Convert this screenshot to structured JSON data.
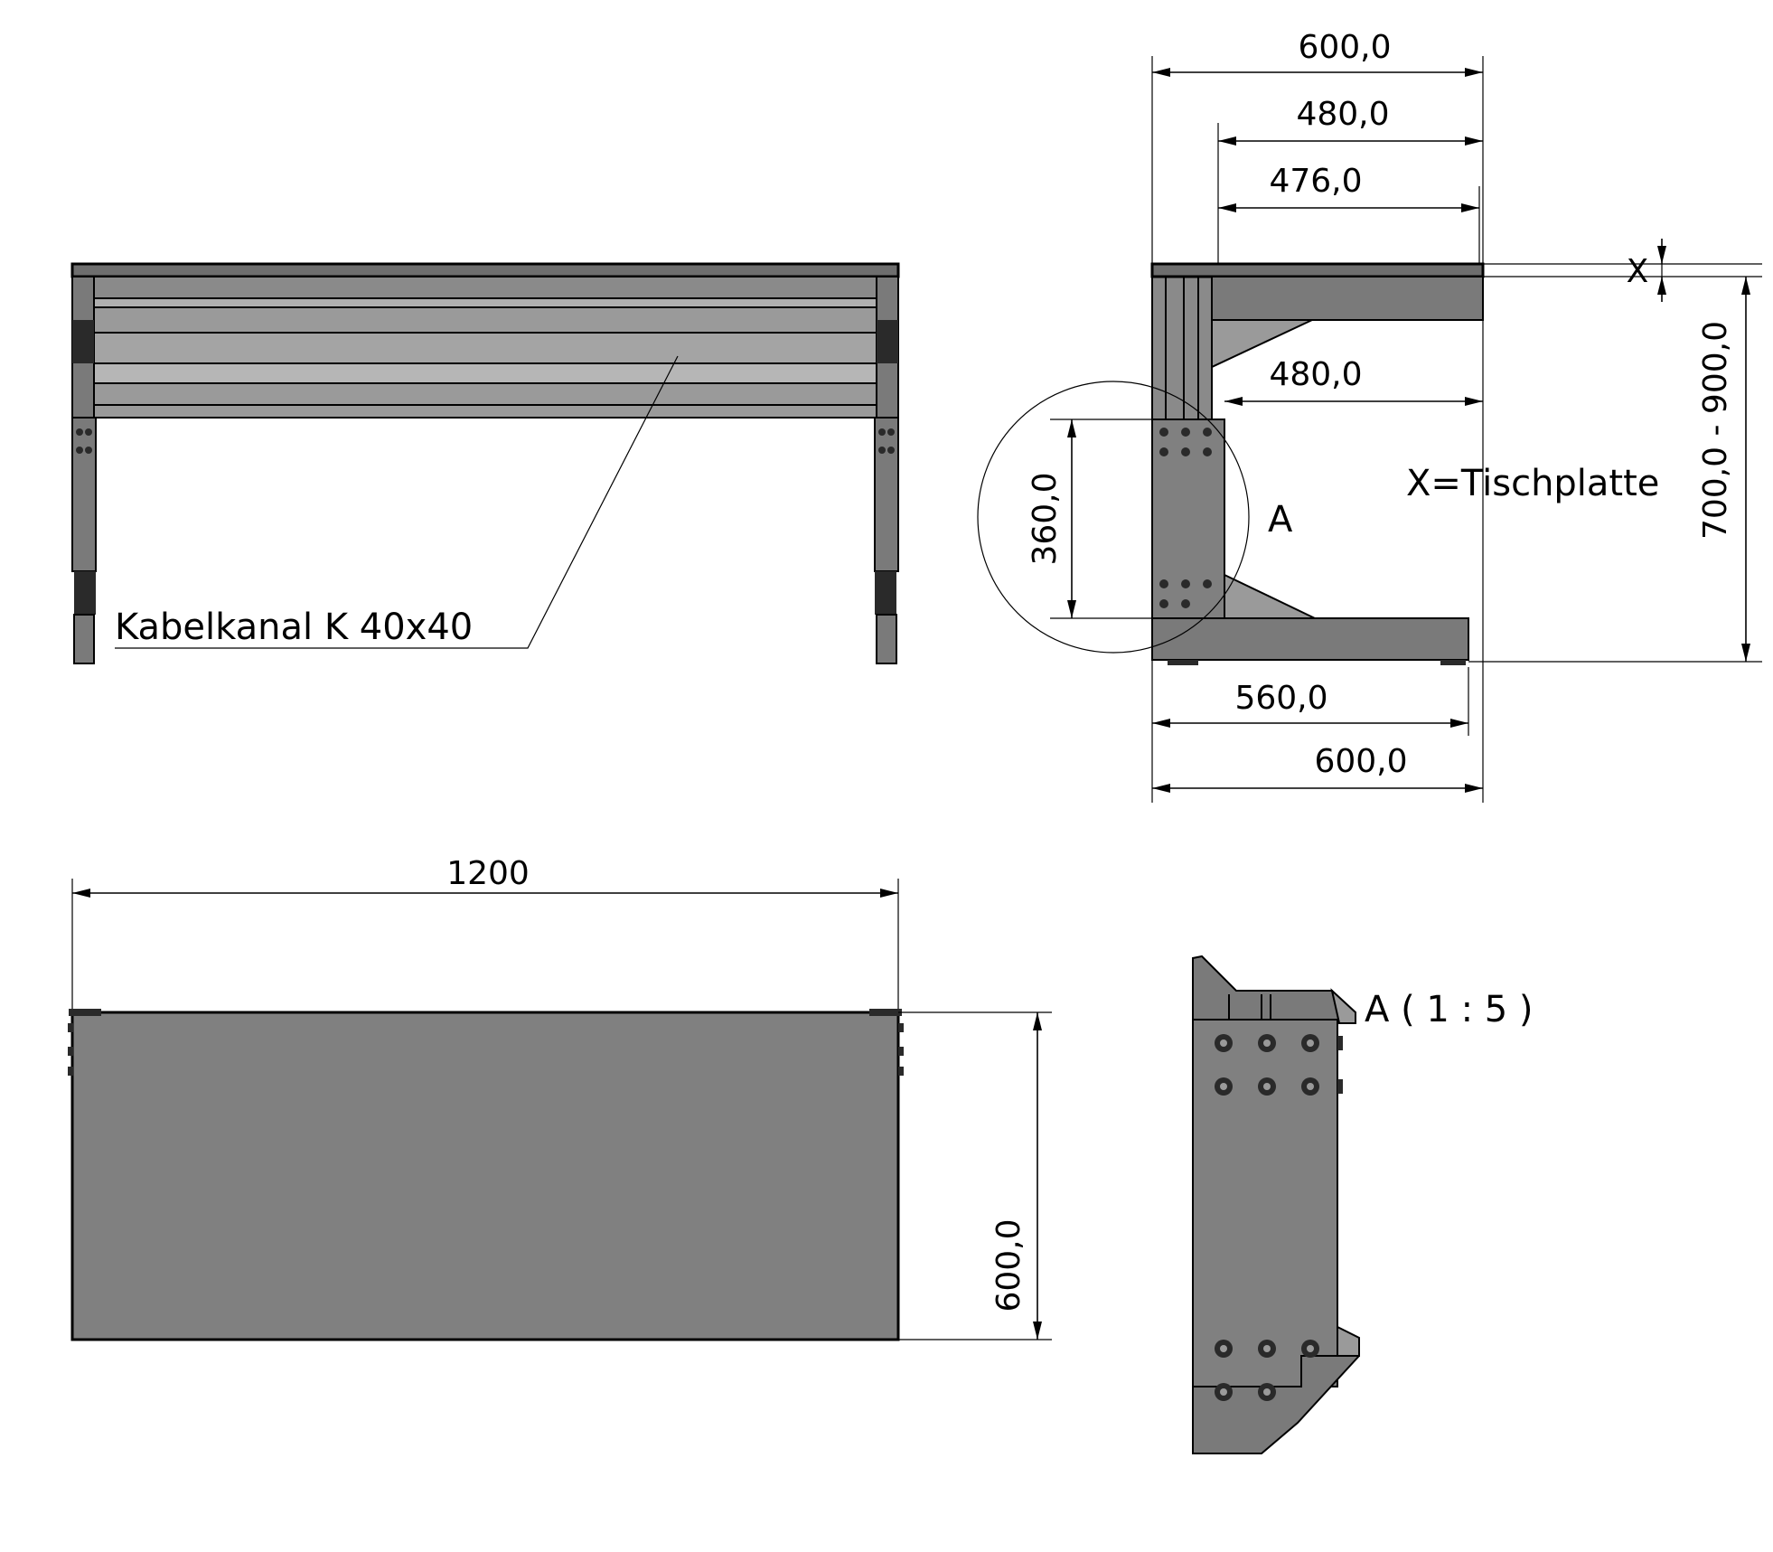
{
  "front_view": {
    "cable_duct_label": "Kabelkanal K 40x40"
  },
  "side_view": {
    "dims": {
      "top_600": "600,0",
      "top_480": "480,0",
      "top_476": "476,0",
      "mid_480": "480,0",
      "h_360": "360,0",
      "h_700_900": "700,0 - 900,0",
      "bottom_560": "560,0",
      "bottom_600": "600,0",
      "x_marker": "X"
    },
    "x_note": "X=Tischplatte",
    "detail_marker": "A"
  },
  "top_view": {
    "dims": {
      "width_1200": "1200",
      "depth_600": "600,0"
    }
  },
  "detail_view": {
    "title": "A ( 1 : 5 )"
  },
  "colors": {
    "fill_dark": "#6e6e6e",
    "fill_mid": "#808080",
    "fill_light": "#9a9a9a",
    "fill_black": "#2a2a2a",
    "line": "#000000"
  }
}
